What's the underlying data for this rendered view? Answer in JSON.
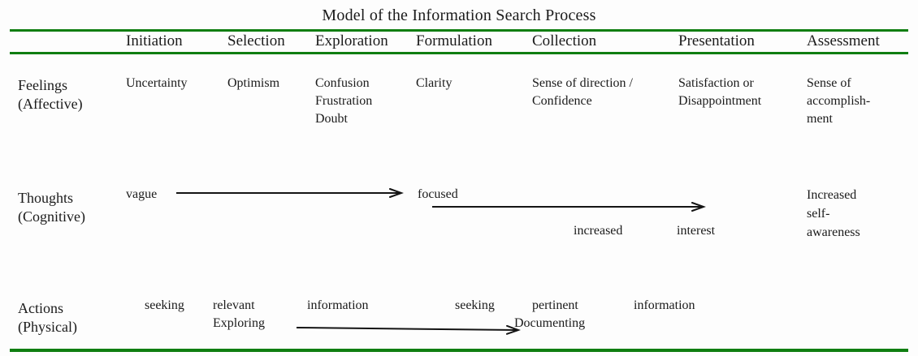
{
  "title": "Model of the Information Search Process",
  "accent_color": "#0f7e11",
  "stages": [
    "Initiation",
    "Selection",
    "Exploration",
    "Formulation",
    "Collection",
    "Presentation",
    "Assessment"
  ],
  "rows": {
    "feelings": {
      "label": "Feelings\n(Affective)",
      "cells": {
        "initiation": "Uncertainty",
        "selection": "Optimism",
        "exploration": "Confusion\nFrustration\nDoubt",
        "formulation": "Clarity",
        "collection": "Sense of direction /\nConfidence",
        "presentation": "Satisfaction or\nDisappointment",
        "assessment": "Sense of\naccomplish-\nment"
      }
    },
    "thoughts": {
      "label": "Thoughts\n(Cognitive)",
      "vague": "vague",
      "focused": "focused",
      "increased": "increased",
      "interest": "interest",
      "assessment": "Increased\nself-\nawareness"
    },
    "actions": {
      "label": "Actions\n(Physical)",
      "seeking_left": "seeking",
      "relevant_exploring": "relevant\nExploring",
      "information_left": "information",
      "seeking_right": "seeking",
      "pertinent": "pertinent",
      "documenting": "Documenting",
      "information_right": "information"
    }
  }
}
